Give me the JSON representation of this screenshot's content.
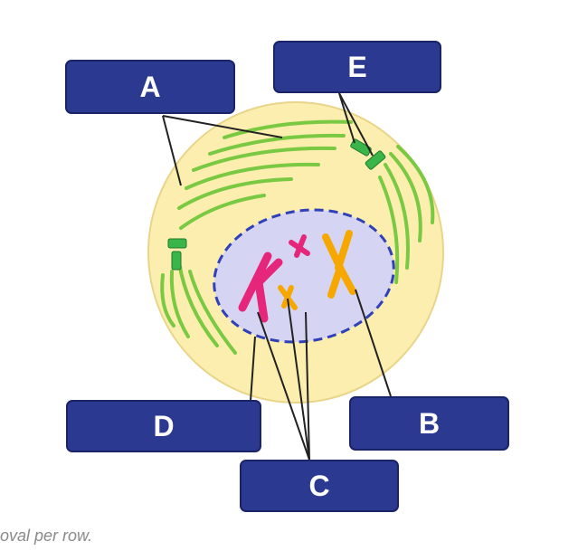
{
  "labels": {
    "A": "A",
    "B": "B",
    "C": "C",
    "D": "D",
    "E": "E"
  },
  "footer_text": "oval per row.",
  "colors": {
    "label_box": "#2b3990",
    "cell_cytoplasm": "#fbeeaf",
    "nucleus": "#d5d4f2",
    "nuclear_envelope": "#3040b8",
    "spindle_fibers": "#7ac943",
    "centrioles": "#39b54a",
    "chromosome_magenta": "#e6267a",
    "chromosome_orange": "#f7a800",
    "leader_lines": "#222222"
  }
}
